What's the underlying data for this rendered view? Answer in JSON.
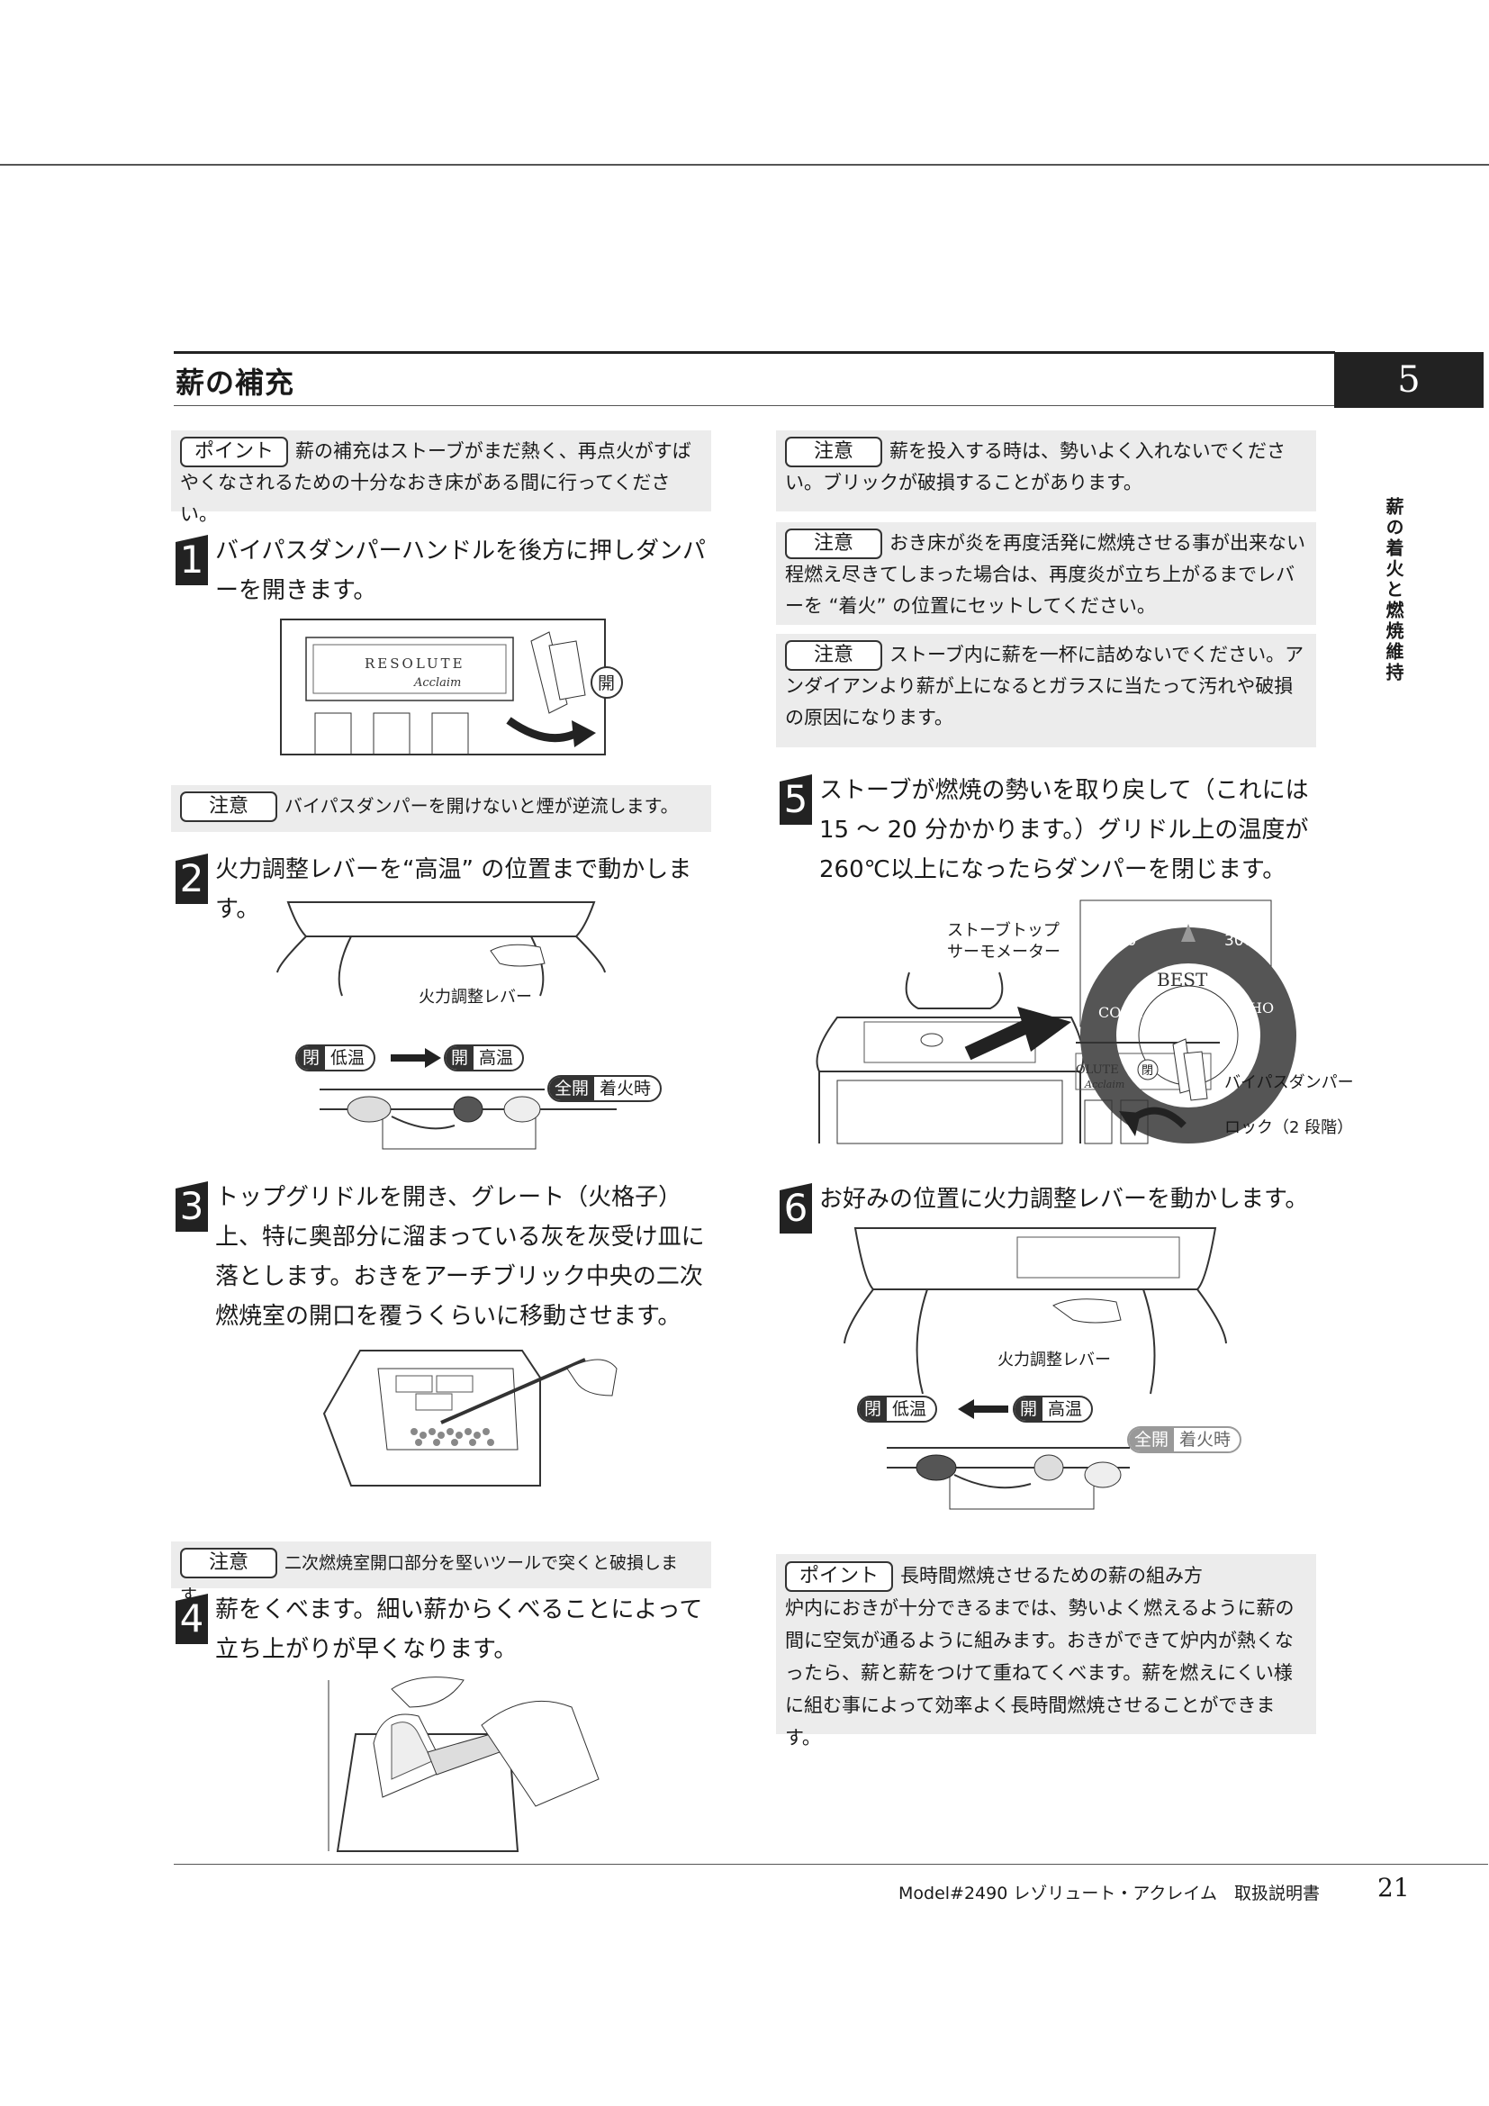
{
  "section": {
    "title": "薪の補充",
    "chapter_number": "5",
    "side_label": "薪の着火と燃焼維持"
  },
  "tags": {
    "point": "ポイント",
    "caution": "注意"
  },
  "left": {
    "point_box": {
      "text": "薪の補充はストーブがまだ熱く、再点火がすばやくなされるための十分なおき床がある間に行ってください。"
    },
    "step1": {
      "number": "1",
      "text": "バイパスダンパーハンドルを後方に押しダンパーを開きます。"
    },
    "step1_illustration": {
      "brand": "RESOLUTE",
      "brand_sub": "Acclaim",
      "open_mark": "開"
    },
    "caution1": {
      "text": "バイパスダンパーを開けないと煙が逆流します。"
    },
    "step2": {
      "number": "2",
      "text": "火力調整レバーを“高温” の位置まで動かします。"
    },
    "step2_illustration": {
      "lever_label": "火力調整レバー",
      "closed_tag": "閉",
      "closed_text": "低温",
      "open_tag": "開",
      "open_text": "高温",
      "full_tag": "全開",
      "full_text": "着火時"
    },
    "step3": {
      "number": "3",
      "text": "トップグリドルを開き、グレート（火格子）上、特に奥部分に溜まっている灰を灰受け皿に落とします。おきをアーチブリック中央の二次燃焼室の開口を覆うくらいに移動させます。"
    },
    "caution2": {
      "text": "二次燃焼室開口部分を堅いツールで突くと破損します。"
    },
    "step4": {
      "number": "4",
      "text": "薪をくべます。細い薪からくべることによって立ち上がりが早くなります。"
    }
  },
  "right": {
    "caution_a": {
      "text": "薪を投入する時は、勢いよく入れないでください。ブリックが破損することがあります。"
    },
    "caution_b": {
      "text": "おき床が炎を再度活発に燃焼させる事が出来ない程燃え尽きてしまった場合は、再度炎が立ち上がるまでレバーを “着火” の位置にセットしてください。"
    },
    "caution_c": {
      "text": "ストーブ内に薪を一杯に詰めないでください。アンダイアンより薪が上になるとガラスに当たって汚れや破損の原因になります。"
    },
    "step5": {
      "number": "5",
      "text": "ストーブが燃焼の勢いを取り戻して（これには15 ～ 20 分かかります。）グリドル上の温度が 260℃以上になったらダンパーを閉じます。"
    },
    "step5_illustration": {
      "thermo_label_1": "ストーブトップ",
      "thermo_label_2": "サーモメーター",
      "dial_200": "200",
      "dial_300": "300",
      "dial_best": "BEST",
      "dial_cool": "COOL",
      "dial_hot": "HO",
      "damper_label": "バイパスダンパー",
      "lock_label": "ロック（2 段階）",
      "brand": "OLUTE",
      "brand_sub": "Acclaim",
      "closed_mark": "閉"
    },
    "step6": {
      "number": "6",
      "text": "お好みの位置に火力調整レバーを動かします。"
    },
    "step6_illustration": {
      "lever_label": "火力調整レバー",
      "closed_tag": "閉",
      "closed_text": "低温",
      "open_tag": "開",
      "open_text": "高温",
      "full_tag": "全開",
      "full_text": "着火時"
    },
    "point_box": {
      "heading": "長時間燃焼させるための薪の組み方",
      "text": "炉内におきが十分できるまでは、勢いよく燃えるように薪の間に空気が通るように組みます。おきができて炉内が熱くなったら、薪と薪をつけて重ねてくべます。薪を燃えにくい様に組む事によって効率よく長時間燃焼させることができます。"
    }
  },
  "footer": {
    "model": "Model#2490 レゾリュート・アクレイム　取扱説明書",
    "page_number": "21"
  }
}
